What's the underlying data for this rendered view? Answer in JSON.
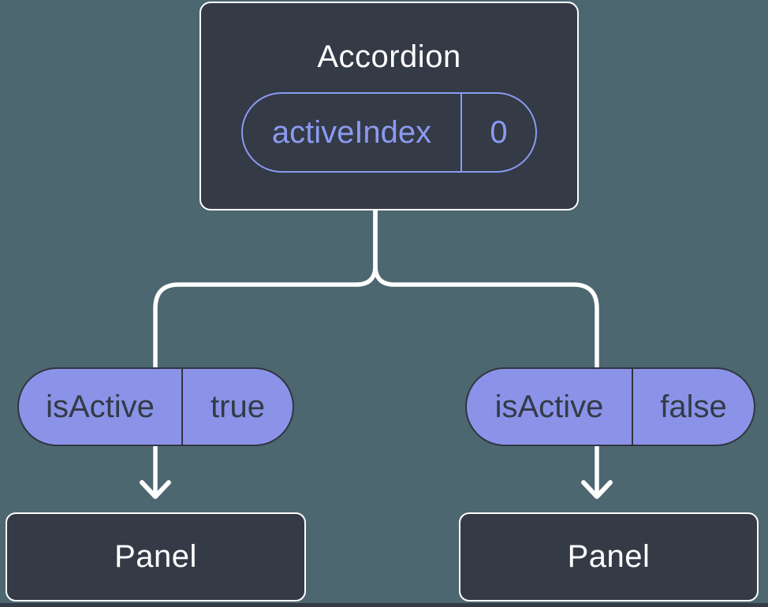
{
  "diagram": {
    "root": {
      "title": "Accordion",
      "state": {
        "name": "activeIndex",
        "value": "0"
      }
    },
    "branches": [
      {
        "prop_name": "isActive",
        "prop_value": "true",
        "node_title": "Panel"
      },
      {
        "prop_name": "isActive",
        "prop_value": "false",
        "node_title": "Panel"
      }
    ]
  },
  "icons": {
    "arrow_down": "arrow-down-icon"
  },
  "colors": {
    "background": "#4D6771",
    "node_fill": "#343A46",
    "node_border": "#FFFFFF",
    "pill_fill": "#8B93E8",
    "pill_border_dark": "#30353F",
    "accent_purple": "#8B9AF1",
    "connector": "#FFFFFF",
    "text_light": "#FFFFFF",
    "text_dark": "#343A46"
  }
}
